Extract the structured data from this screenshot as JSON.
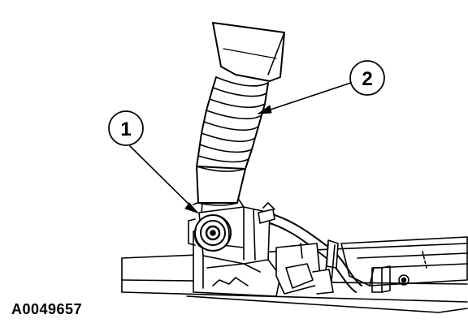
{
  "diagram": {
    "callouts": [
      {
        "label": "1"
      },
      {
        "label": "2"
      }
    ],
    "figure_id": "A0049657",
    "colors": {
      "ink": "#000000",
      "paper": "#ffffff"
    }
  }
}
